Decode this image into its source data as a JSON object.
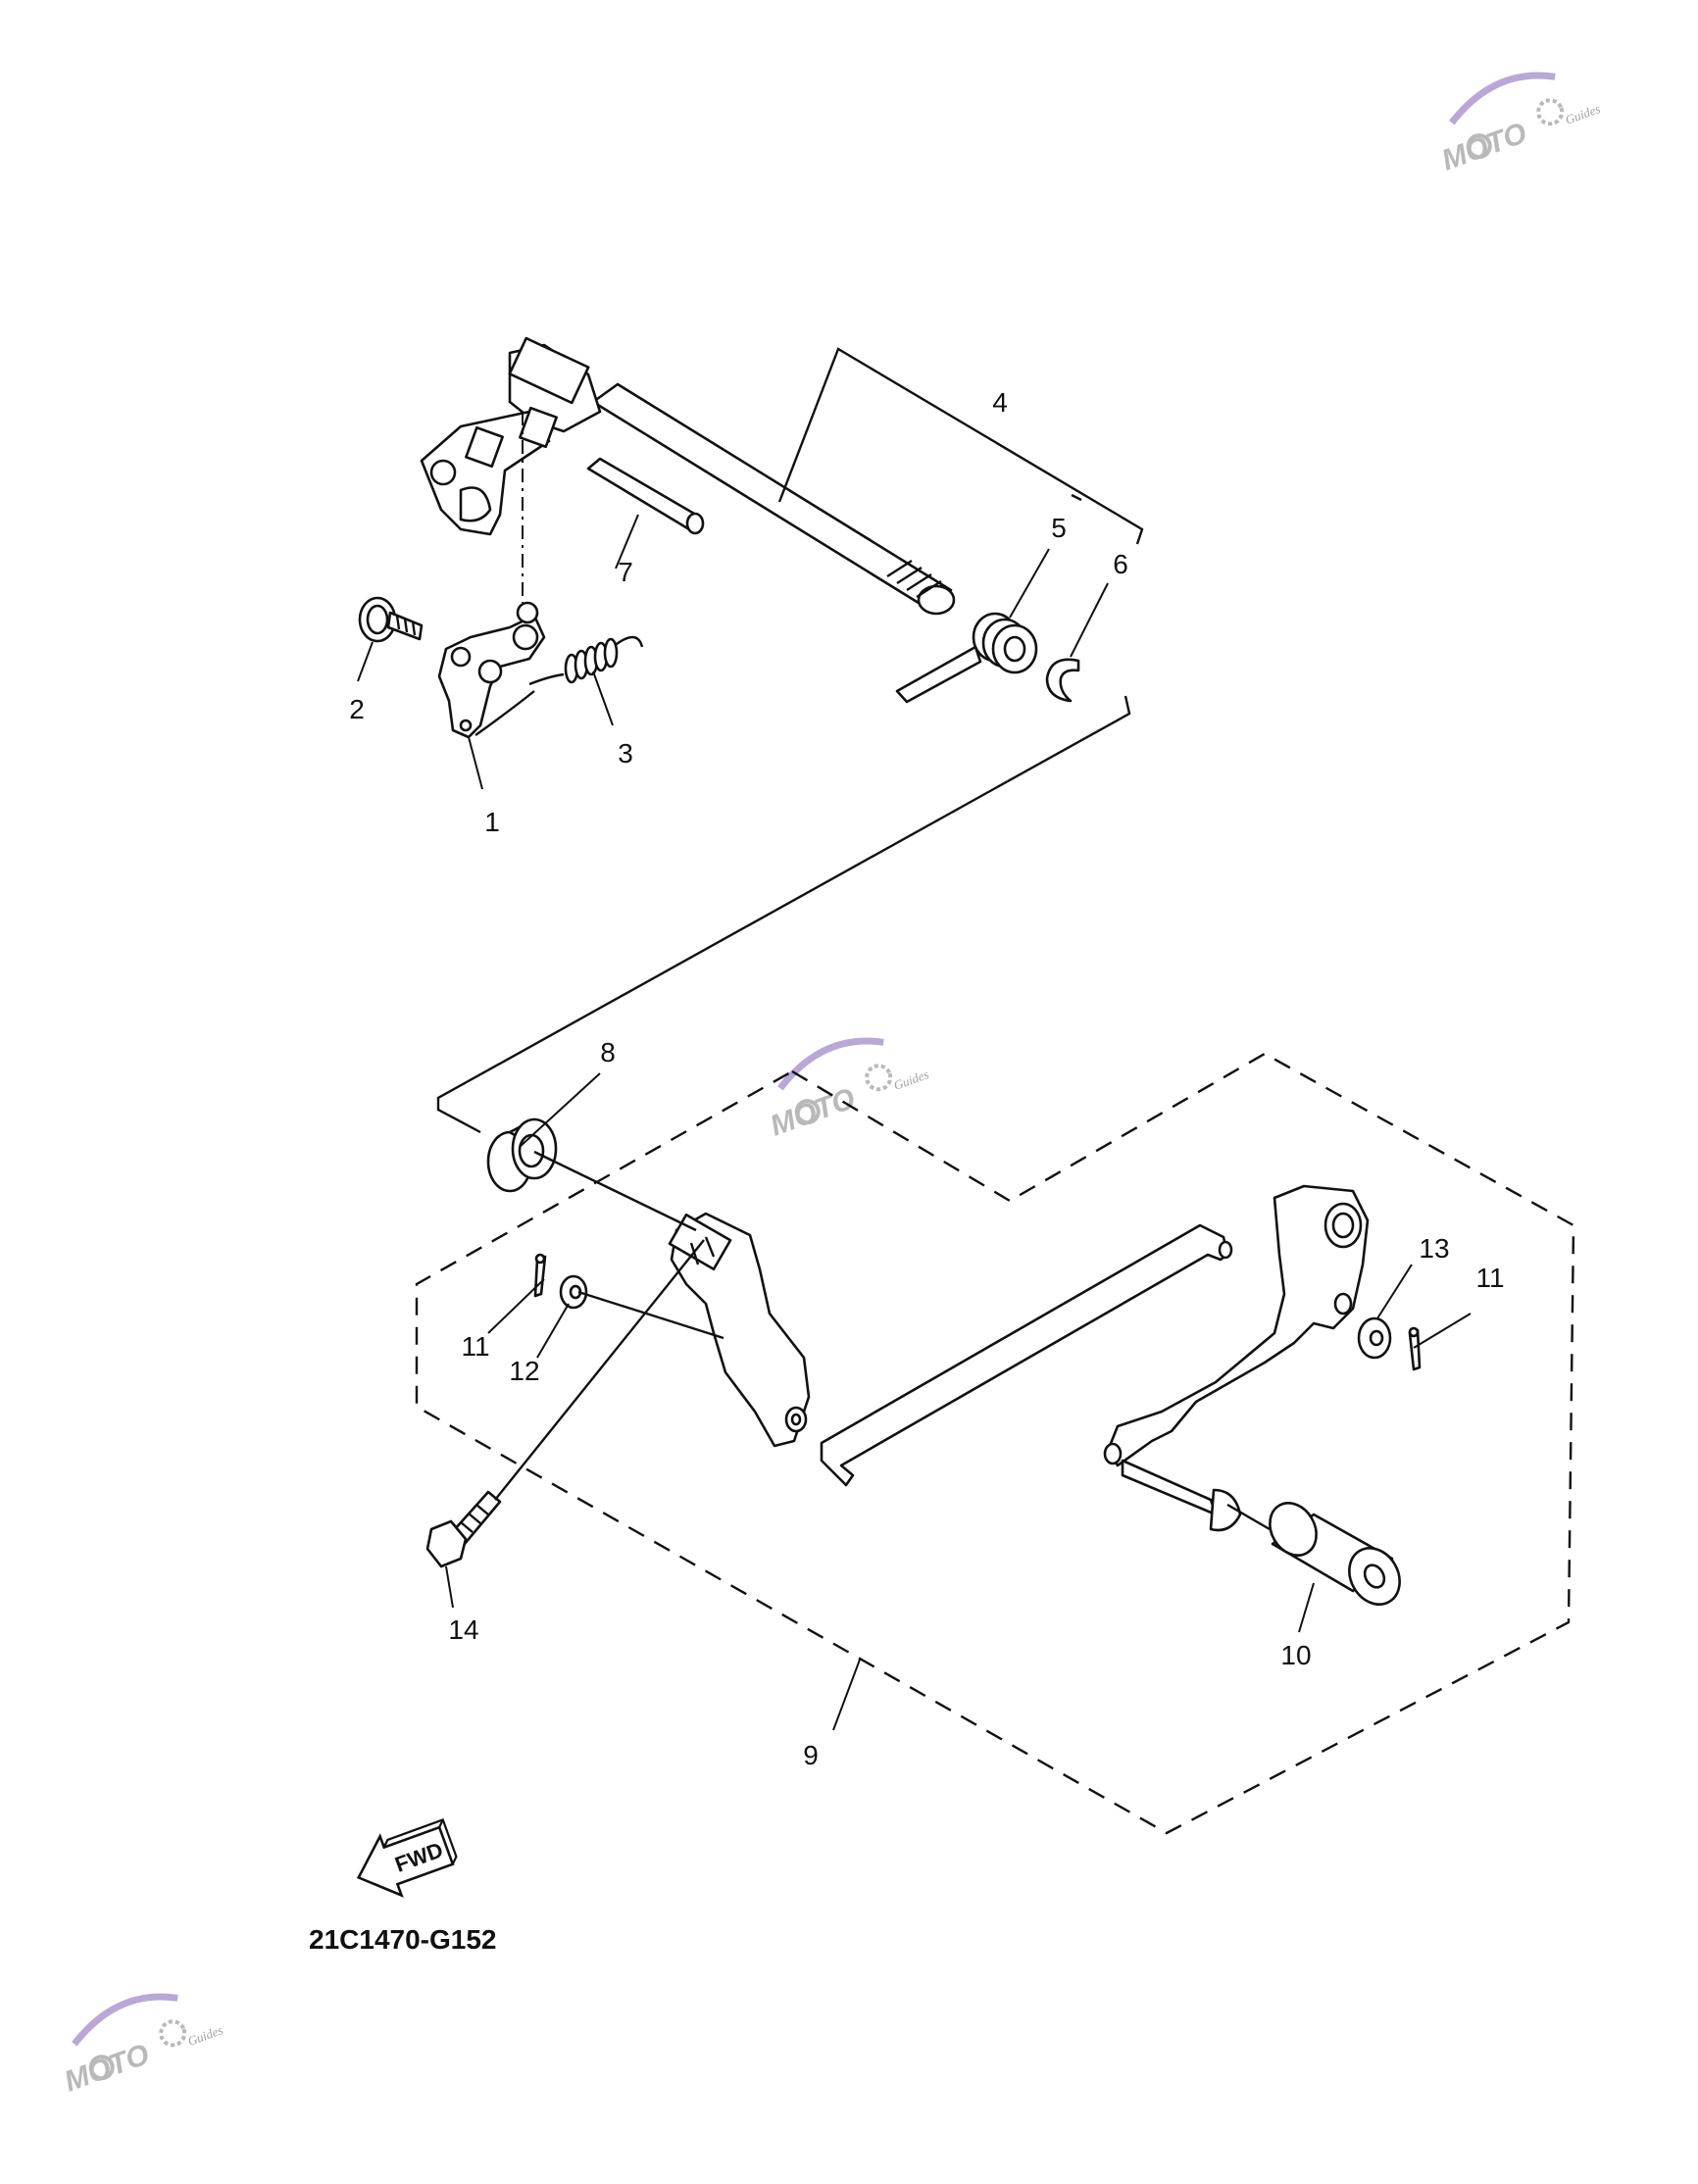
{
  "callouts": [
    {
      "id": "1",
      "label": "1"
    },
    {
      "id": "2",
      "label": "2"
    },
    {
      "id": "3",
      "label": "3"
    },
    {
      "id": "4",
      "label": "4"
    },
    {
      "id": "5",
      "label": "5"
    },
    {
      "id": "6",
      "label": "6"
    },
    {
      "id": "7",
      "label": "7"
    },
    {
      "id": "8",
      "label": "8"
    },
    {
      "id": "9",
      "label": "9"
    },
    {
      "id": "10",
      "label": "10"
    },
    {
      "id": "11a",
      "label": "11"
    },
    {
      "id": "11b",
      "label": "11"
    },
    {
      "id": "12",
      "label": "12"
    },
    {
      "id": "13",
      "label": "13"
    },
    {
      "id": "14",
      "label": "14"
    }
  ],
  "fwd_label": "FWD",
  "diagram_code": "21C1470-G152",
  "watermark": {
    "brand": "MOTO",
    "tag": "Guides",
    "colors": {
      "logo": "#b9b9b9",
      "swoosh": "#b8a8d8"
    }
  }
}
